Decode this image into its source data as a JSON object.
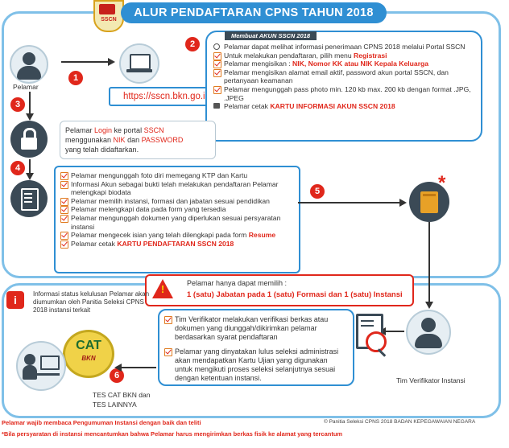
{
  "header": {
    "title": "ALUR PENDAFTARAN CPNS TAHUN 2018",
    "logo_text": "SSCN"
  },
  "step_numbers": [
    "1",
    "2",
    "3",
    "4",
    "5",
    "6"
  ],
  "actor": {
    "label": "Pelamar"
  },
  "portal_url": "https://sscn.bkn.go.id",
  "account_box": {
    "title": "Membuat AKUN SSCN 2018",
    "items": [
      {
        "pre": "Pelamar dapat melihat informasi penerimaan CPNS 2018 melalui Portal SSCN",
        "hl": "",
        "post": ""
      },
      {
        "pre": "Untuk melakukan pendaftaran, pilih menu ",
        "hl": "Registrasi",
        "post": ""
      },
      {
        "pre": "Pelamar mengisikan  : ",
        "hl": "NIK, Nomor KK atau NIK Kepala Keluarga",
        "post": ""
      },
      {
        "pre": "Pelamar mengisikan alamat  email aktif, password akun portal SSCN, dan pertanyaan keamanan",
        "hl": "",
        "post": ""
      },
      {
        "pre": "Pelamar mengunggah pass photo min. 120 kb max. 200 kb dengan format .JPG, .JPEG",
        "hl": "",
        "post": ""
      },
      {
        "pre": "Pelamar cetak ",
        "hl": "KARTU INFORMASI AKUN SSCN 2018",
        "post": ""
      }
    ]
  },
  "login_box": {
    "t1": "Pelamar ",
    "h1": "Login",
    "t2": " ke portal ",
    "h2": "SSCN",
    "t3": "menggunakan ",
    "h3": "NIK",
    "t4": " dan ",
    "h4": "PASSWORD",
    "t5": "yang telah didaftarkan."
  },
  "form_box": {
    "items": [
      {
        "pre": "Pelamar mengunggah foto diri memegang KTP dan Kartu",
        "hl": "",
        "post": ""
      },
      {
        "pre": "Informasi Akun sebagai bukti telah melakukan pendaftaran Pelamar melengkapi biodata",
        "hl": "",
        "post": ""
      },
      {
        "pre": "Pelamar memilih instansi, formasi dan jabatan sesuai pendidikan",
        "hl": "",
        "post": ""
      },
      {
        "pre": "Pelamar melengkapi data pada form yang tersedia",
        "hl": "",
        "post": ""
      },
      {
        "pre": "Pelamar mengunggah dokumen yang diperlukan sesuai persyaratan instansi",
        "hl": "",
        "post": ""
      },
      {
        "pre": "Pelamar mengecek isian yang telah dilengkapi pada form ",
        "hl": "Resume",
        "post": ""
      },
      {
        "pre": "Pelamar cetak ",
        "hl": "KARTU PENDAFTARAN SSCN 2018",
        "post": ""
      }
    ]
  },
  "choice_box": {
    "line1": "Pelamar hanya dapat memilih :",
    "line2": "1 (satu)  Jabatan pada 1 (satu) Formasi dan 1 (satu) Instansi"
  },
  "info_note": "Informasi status kelulusan Pelamar akan diumumkan oleh Panitia Seleksi CPNS 2018 instansi terkait",
  "verif_box": {
    "items": [
      "Tim Verifikator melakukan verifikasi berkas atau dokumen yang diunggah/dikirimkan pelamar berdasarkan syarat pendaftaran",
      "Pelamar yang dinyatakan lulus seleksi administrasi akan mendapatkan Kartu Ujian yang digunakan untuk mengikuti proses seleksi selanjutnya sesuai dengan ketentuan instansi."
    ]
  },
  "verifier_label": "Tim Verifikator Instansi",
  "cat": {
    "cat_text": "CAT",
    "bkn_text": "BKN",
    "tes_label_1": "TES CAT BKN dan",
    "tes_label_2": "TES LAINNYA"
  },
  "footer": {
    "note1": "Pelamar wajib membaca Pengumuman Instansi dengan baik dan teliti",
    "note2": "*Bila persyaratan di instansi mencantumkan bahwa Pelamar harus mengirimkan berkas fisik ke alamat yang tercantum",
    "copyright": "© Panitia Seleksi CPNS 2018 BADAN KEPEGAWAIAN NEGARA"
  },
  "colors": {
    "accent": "#2f8fd3",
    "frame": "#7fc0e8",
    "highlight": "#e0271b",
    "orange": "#e07a1e"
  },
  "icons": [
    "user-icon",
    "laptop-icon",
    "padlock-icon",
    "form-icon",
    "envelope-icon",
    "document-check-icon",
    "verifier-user-icon",
    "computer-test-icon",
    "info-icon",
    "warning-icon",
    "search-icon",
    "printer-icon"
  ]
}
